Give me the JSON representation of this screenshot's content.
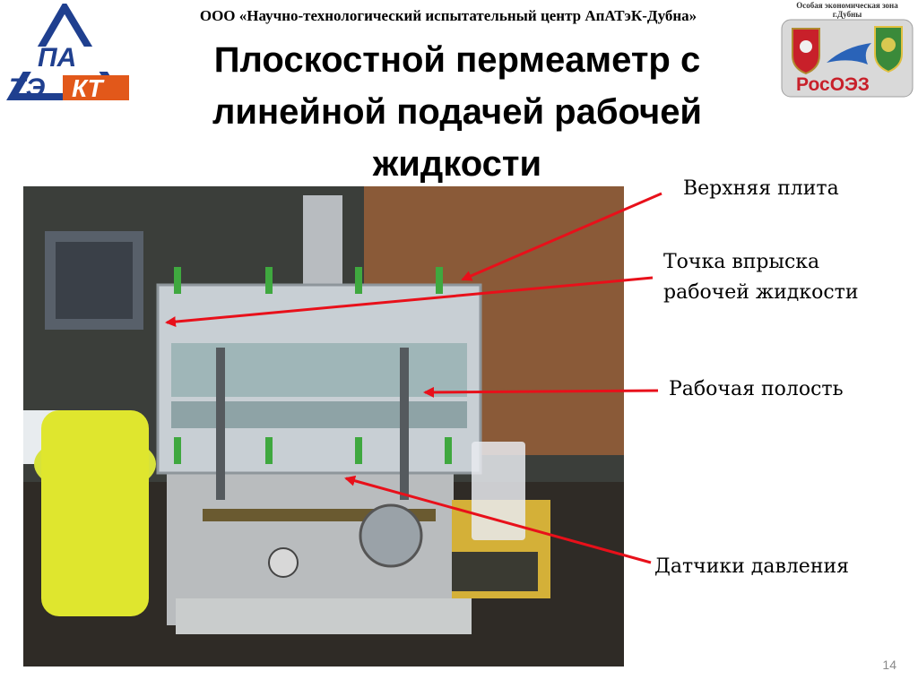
{
  "header": {
    "org_name": "ООО «Научно-технологический испытательный центр АпАТэК-Дубна»",
    "title_lines": [
      "Плоскостной пермеаметр с",
      "линейной подачей рабочей",
      "жидкости"
    ]
  },
  "logo_left": {
    "icon": "apatek-logo",
    "text": "АПАТЭК"
  },
  "logo_right": {
    "icon": "rosoez-dubna-logo",
    "caption": "Особая экономическая зона г.Дубны",
    "text": "РосОЭЗ"
  },
  "photo": {
    "icon": "permeameter-photo"
  },
  "labels": {
    "top_plate": "Верхняя плита",
    "injection_point": [
      "Точка впрыска",
      "рабочей жидкости"
    ],
    "working_cavity": "Рабочая полость",
    "pressure_sensors": "Датчики давления"
  },
  "page_number": "14",
  "colors": {
    "arrow": "#e8101a",
    "logo_blue": "#1f3f8f",
    "logo_orange": "#e2581a"
  }
}
